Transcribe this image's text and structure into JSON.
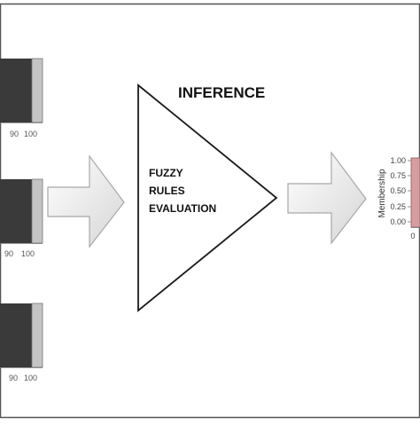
{
  "diagram": {
    "title": "INFERENCE",
    "process_lines": [
      "FUZZY",
      "RULES",
      "EVALUATION"
    ],
    "input_panels": [
      {
        "tick_labels": [
          "90",
          "100"
        ]
      },
      {
        "tick_labels": [
          "90",
          "100"
        ]
      },
      {
        "tick_labels": [
          "90",
          "100"
        ]
      }
    ],
    "output_panel": {
      "axis_label": "Membership",
      "tick_labels": [
        "1.00",
        "0.75",
        "0.50",
        "0.25",
        "0.00"
      ],
      "x_tick_label": "0"
    },
    "colors": {
      "frame": "#555555",
      "dark_fill": "#3a3a3a",
      "light_fill": "#c4c4c4",
      "output_fill": "#d59da0",
      "arrow_light": "#ffffff",
      "arrow_dark": "#d6d6d6",
      "arrow_stroke": "#a8a8a8"
    }
  }
}
